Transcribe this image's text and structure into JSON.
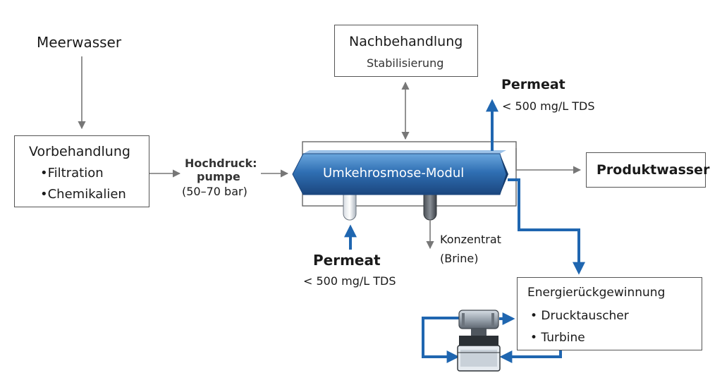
{
  "labels": {
    "meerwasser": "Meerwasser",
    "vorbehandlung": {
      "title": "Vorbehandlung",
      "items": [
        "•Filtration",
        "•Chemikalien"
      ]
    },
    "hochdruck": {
      "line1": "Hochdruck:",
      "line2": "pumpe",
      "pressure": "(50–70 bar)"
    },
    "nachbehandlung": {
      "title": "Nachbehandlung",
      "subtitle": "Stabilisierung"
    },
    "module": "Umkehrosmose-Modul",
    "permeat_top": {
      "title": "Permeat",
      "value": "< 500 mg/L TDS"
    },
    "produktwasser": "Produktwasser",
    "permeat_bottom": {
      "title": "Permeat",
      "value": "< 500 mg/L TDS"
    },
    "konzentrat": {
      "line1": "Konzentrat",
      "line2": "(Brine)"
    },
    "energie": {
      "title": "Energierückgewinnung",
      "items": [
        "• Drucktauscher",
        "• Turbine"
      ]
    }
  },
  "colors": {
    "flow_blue": "#1f66b0",
    "module_dark": "#1e4f8c",
    "module_light": "#4f8fd0",
    "line_gray": "#777777"
  },
  "icons": [
    "arrow-icon",
    "pump-icon"
  ]
}
